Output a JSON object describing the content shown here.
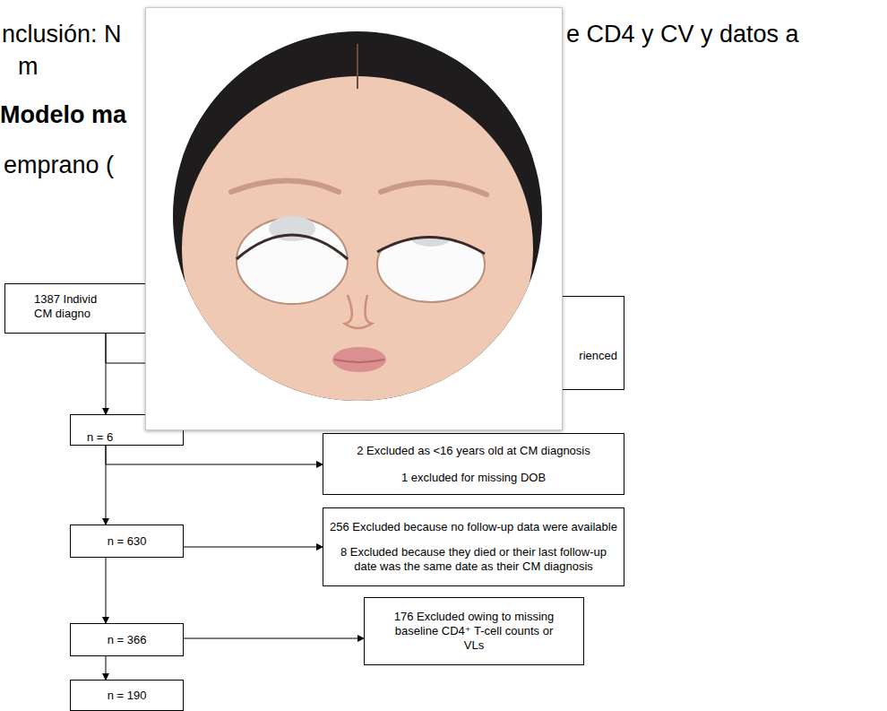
{
  "diagram": {
    "nodes": [
      {
        "text": [
          "1387 Individ CM diagno"
        ]
      },
      {
        "text": [
          "rienced"
        ]
      },
      {
        "text": [
          "n = 6"
        ]
      },
      {
        "text": [
          "2 Excluded as <16 years old at CM diagnosis",
          "1 excluded for missing DOB"
        ]
      },
      {
        "text": [
          "n = 630"
        ]
      },
      {
        "text": [
          "256 Excluded because no follow-up data were available",
          "8 Excluded because they died or their last follow-up date was the same date as their CM diagnosis"
        ]
      },
      {
        "text": [
          "n = 366"
        ]
      },
      {
        "text": [
          "176 Excluded owing to missing baseline CD4⁺ T-cell counts or VLs"
        ]
      },
      {
        "text": [
          "n = 190"
        ]
      }
    ],
    "edges": [
      {
        "from": 0,
        "to": 2,
        "arrow": "to"
      },
      {
        "from": 0,
        "to": 1,
        "arrow": "to"
      },
      {
        "from": 2,
        "to": 4,
        "arrow": "to"
      },
      {
        "from": 2,
        "to": 3,
        "arrow": "to"
      },
      {
        "from": 4,
        "to": 6,
        "arrow": "to"
      },
      {
        "from": 4,
        "to": 5,
        "arrow": "to"
      },
      {
        "from": 6,
        "to": 8,
        "arrow": "to"
      },
      {
        "from": 6,
        "to": 7,
        "arrow": "to"
      }
    ],
    "labels": [
      "nclusión: N",
      "e CD4 y CV y datos a",
      "m",
      "Modelo ma",
      "emprano ("
    ]
  }
}
